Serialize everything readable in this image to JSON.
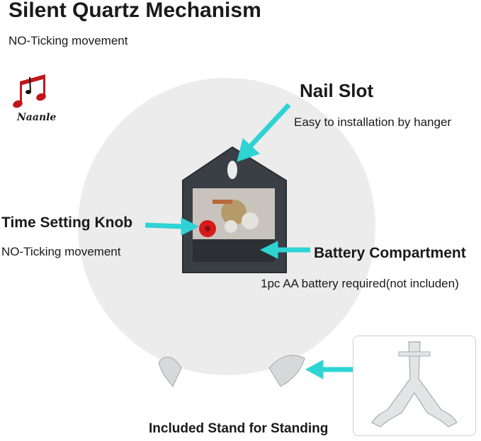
{
  "title": "Silent Quartz Mechanism",
  "subtitle": "NO-Ticking movement",
  "logo": {
    "text": "Naanle",
    "icon": "music-notes-icon"
  },
  "callouts": {
    "nail_slot": {
      "title": "Nail Slot",
      "desc": "Easy to installation by hanger"
    },
    "time_knob": {
      "title": "Time Setting Knob",
      "desc": "NO-Ticking movement"
    },
    "battery": {
      "title": "Battery Compartment",
      "desc": "1pc AA battery required(not includen)"
    },
    "stand": {
      "title": "Included Stand for Standing"
    }
  },
  "colors": {
    "arrow": "#2fd3d3",
    "knob": "#d61a1a",
    "movement": "#3a3f45",
    "disc": "#ececec"
  }
}
